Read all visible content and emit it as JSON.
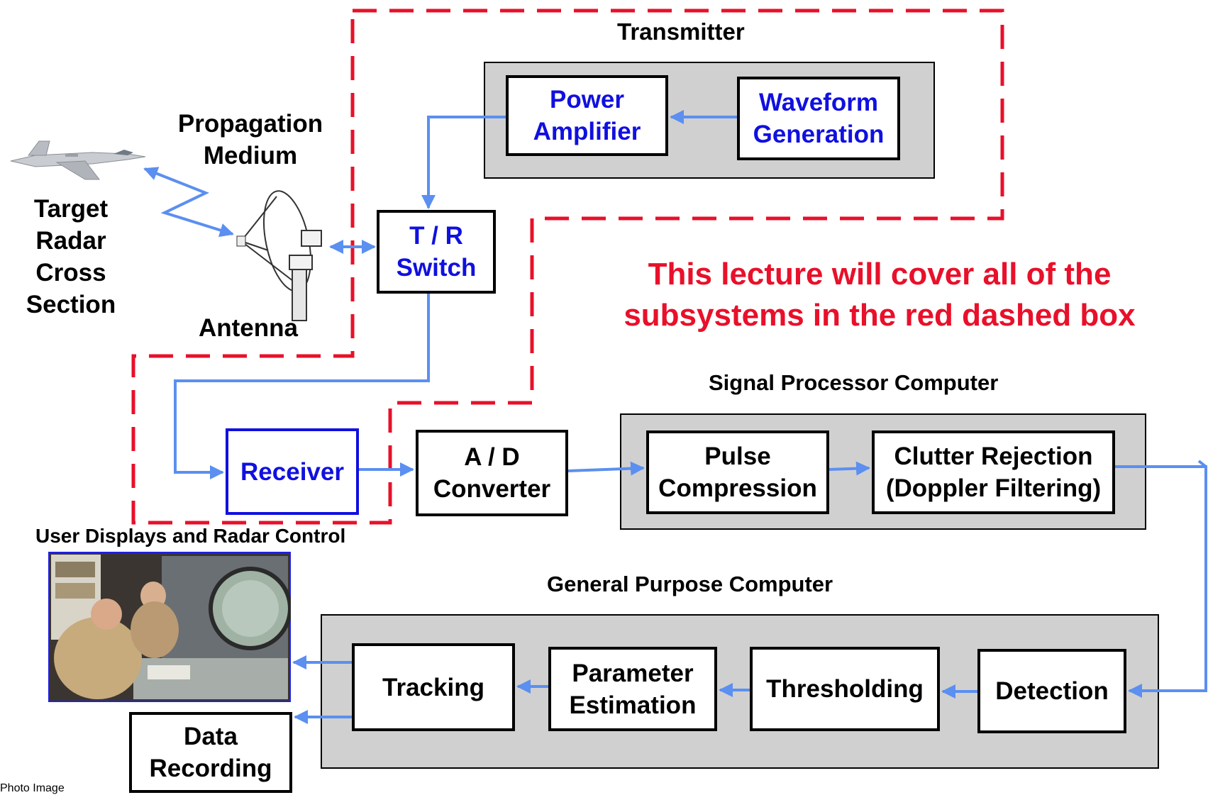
{
  "transmitter": {
    "title": "Transmitter",
    "power_amplifier": "Power\nAmplifier",
    "waveform_generation": "Waveform\nGeneration"
  },
  "tr_switch": "T / R\nSwitch",
  "propagation_medium": "Propagation\nMedium",
  "target_label": "Target\nRadar\nCross\nSection",
  "antenna_label": "Antenna",
  "lecture_note": "This lecture will cover all of the\nsubsystems in the red dashed box",
  "receiver": "Receiver",
  "ad_converter": "A / D\nConverter",
  "signal_processor": {
    "title": "Signal Processor Computer",
    "pulse_compression": "Pulse\nCompression",
    "clutter_rejection": "Clutter Rejection\n(Doppler Filtering)"
  },
  "user_displays_title": "User Displays and Radar Control",
  "general_purpose": {
    "title": "General Purpose Computer",
    "tracking": "Tracking",
    "parameter_estimation": "Parameter\nEstimation",
    "thresholding": "Thresholding",
    "detection": "Detection"
  },
  "data_recording": "Data\nRecording",
  "photo_caption": "Photo Image",
  "colors": {
    "dashed_border": "#e8102a",
    "arrow": "#5b8ff0",
    "gray_panel": "#d0d0d0",
    "blue_text": "#1010e0"
  }
}
